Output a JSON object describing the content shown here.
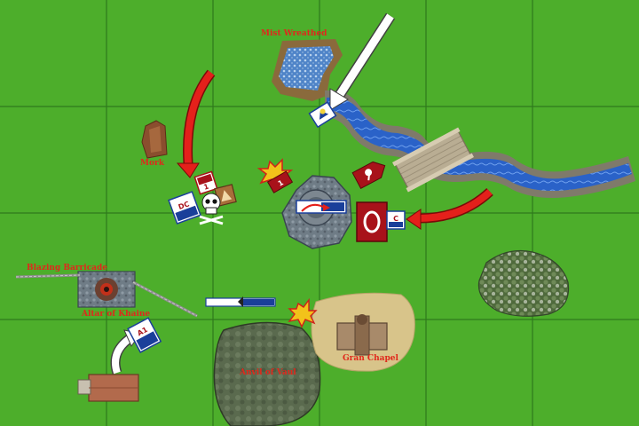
{
  "board": {
    "grid_color": "#2f7a1c",
    "grass_color": "#4dae2b",
    "red_army_color": "#a8121a",
    "blue_army_color": "#1a3f9a",
    "arrow_red": "#e4201b",
    "arrow_white": "#ffffff"
  },
  "terrain_labels": {
    "mist_wreathed": "Mist Wreathed",
    "mork": "Mork",
    "blazing_barricade": "Blazing Barricade",
    "altar_of_khaine": "Altar of Khaine",
    "anvil_of_vaul": "Anvil of Vaul",
    "gran_chapel": "Gran Chapel"
  },
  "unit_markers": {
    "marker_1": "1",
    "marker_dc": "DC",
    "marker_a1": "A1",
    "marker_1b": "1",
    "marker_c": "C"
  },
  "icons": [
    "skull-icon",
    "explosion-icon",
    "explosion-icon",
    "movement-arrow"
  ]
}
